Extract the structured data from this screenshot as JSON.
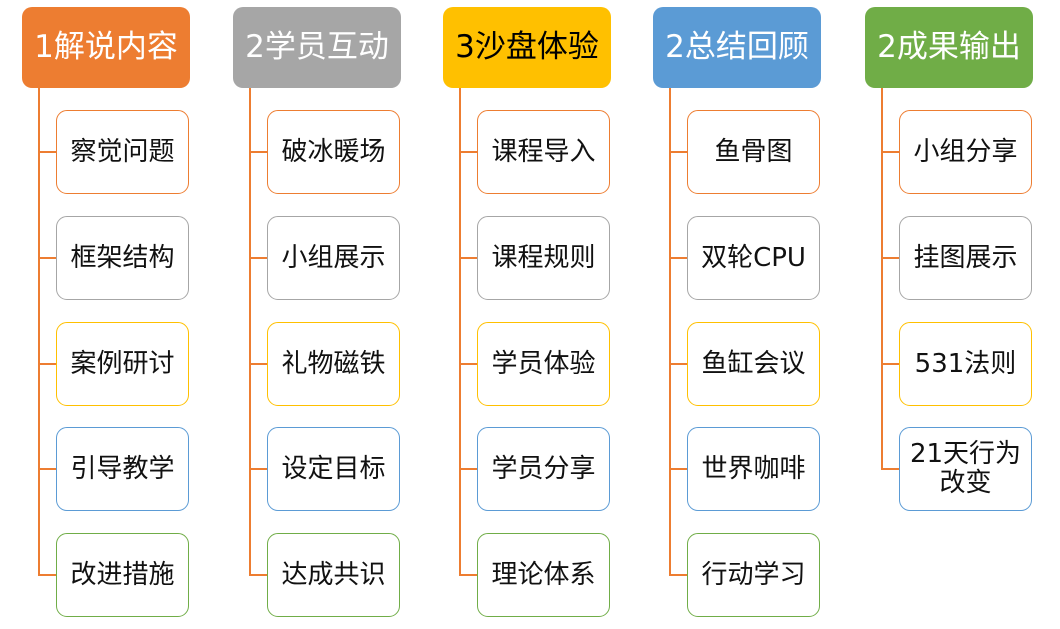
{
  "diagram": {
    "type": "tree-columns",
    "title": "",
    "accent_colors": {
      "orange": "#ED7D31",
      "gray": "#A6A6A6",
      "yellow": "#FFC000",
      "blue": "#5B9BD5",
      "green": "#70AD47",
      "connector": "#ED7D31",
      "box_fill": "#FFFFFF",
      "text": "#111111"
    },
    "columns": [
      {
        "header": {
          "label": "1解说内容",
          "number": "1",
          "name": "解说内容",
          "fill": "#ED7D31",
          "text_color": "#FFFFFF"
        },
        "items": [
          {
            "label": "察觉问题",
            "border": "orange"
          },
          {
            "label": "框架结构",
            "border": "gray"
          },
          {
            "label": "案例研讨",
            "border": "yellow"
          },
          {
            "label": "引导教学",
            "border": "blue"
          },
          {
            "label": "改进措施",
            "border": "green"
          }
        ]
      },
      {
        "header": {
          "label": "2学员互动",
          "number": "2",
          "name": "学员互动",
          "fill": "#A6A6A6",
          "text_color": "#FFFFFF"
        },
        "items": [
          {
            "label": "破冰暖场",
            "border": "orange"
          },
          {
            "label": "小组展示",
            "border": "gray"
          },
          {
            "label": "礼物磁铁",
            "border": "yellow"
          },
          {
            "label": "设定目标",
            "border": "blue"
          },
          {
            "label": "达成共识",
            "border": "green"
          }
        ]
      },
      {
        "header": {
          "label": "3沙盘体验",
          "number": "3",
          "name": "沙盘体验",
          "fill": "#FFC000",
          "text_color": "#000000"
        },
        "items": [
          {
            "label": "课程导入",
            "border": "orange"
          },
          {
            "label": "课程规则",
            "border": "gray"
          },
          {
            "label": "学员体验",
            "border": "yellow"
          },
          {
            "label": "学员分享",
            "border": "blue"
          },
          {
            "label": "理论体系",
            "border": "green"
          }
        ]
      },
      {
        "header": {
          "label": "2总结回顾",
          "number": "2",
          "name": "总结回顾",
          "fill": "#5B9BD5",
          "text_color": "#FFFFFF"
        },
        "items": [
          {
            "label": "鱼骨图",
            "border": "orange"
          },
          {
            "label": "双轮CPU",
            "border": "gray"
          },
          {
            "label": "鱼缸会议",
            "border": "yellow"
          },
          {
            "label": "世界咖啡",
            "border": "blue"
          },
          {
            "label": "行动学习",
            "border": "green"
          }
        ]
      },
      {
        "header": {
          "label": "2成果输出",
          "number": "2",
          "name": "成果输出",
          "fill": "#70AD47",
          "text_color": "#FFFFFF"
        },
        "items": [
          {
            "label": "小组分享",
            "border": "orange"
          },
          {
            "label": "挂图展示",
            "border": "gray"
          },
          {
            "label": "531法则",
            "border": "yellow"
          },
          {
            "label": "21天行为改变",
            "border": "blue"
          }
        ]
      }
    ]
  }
}
